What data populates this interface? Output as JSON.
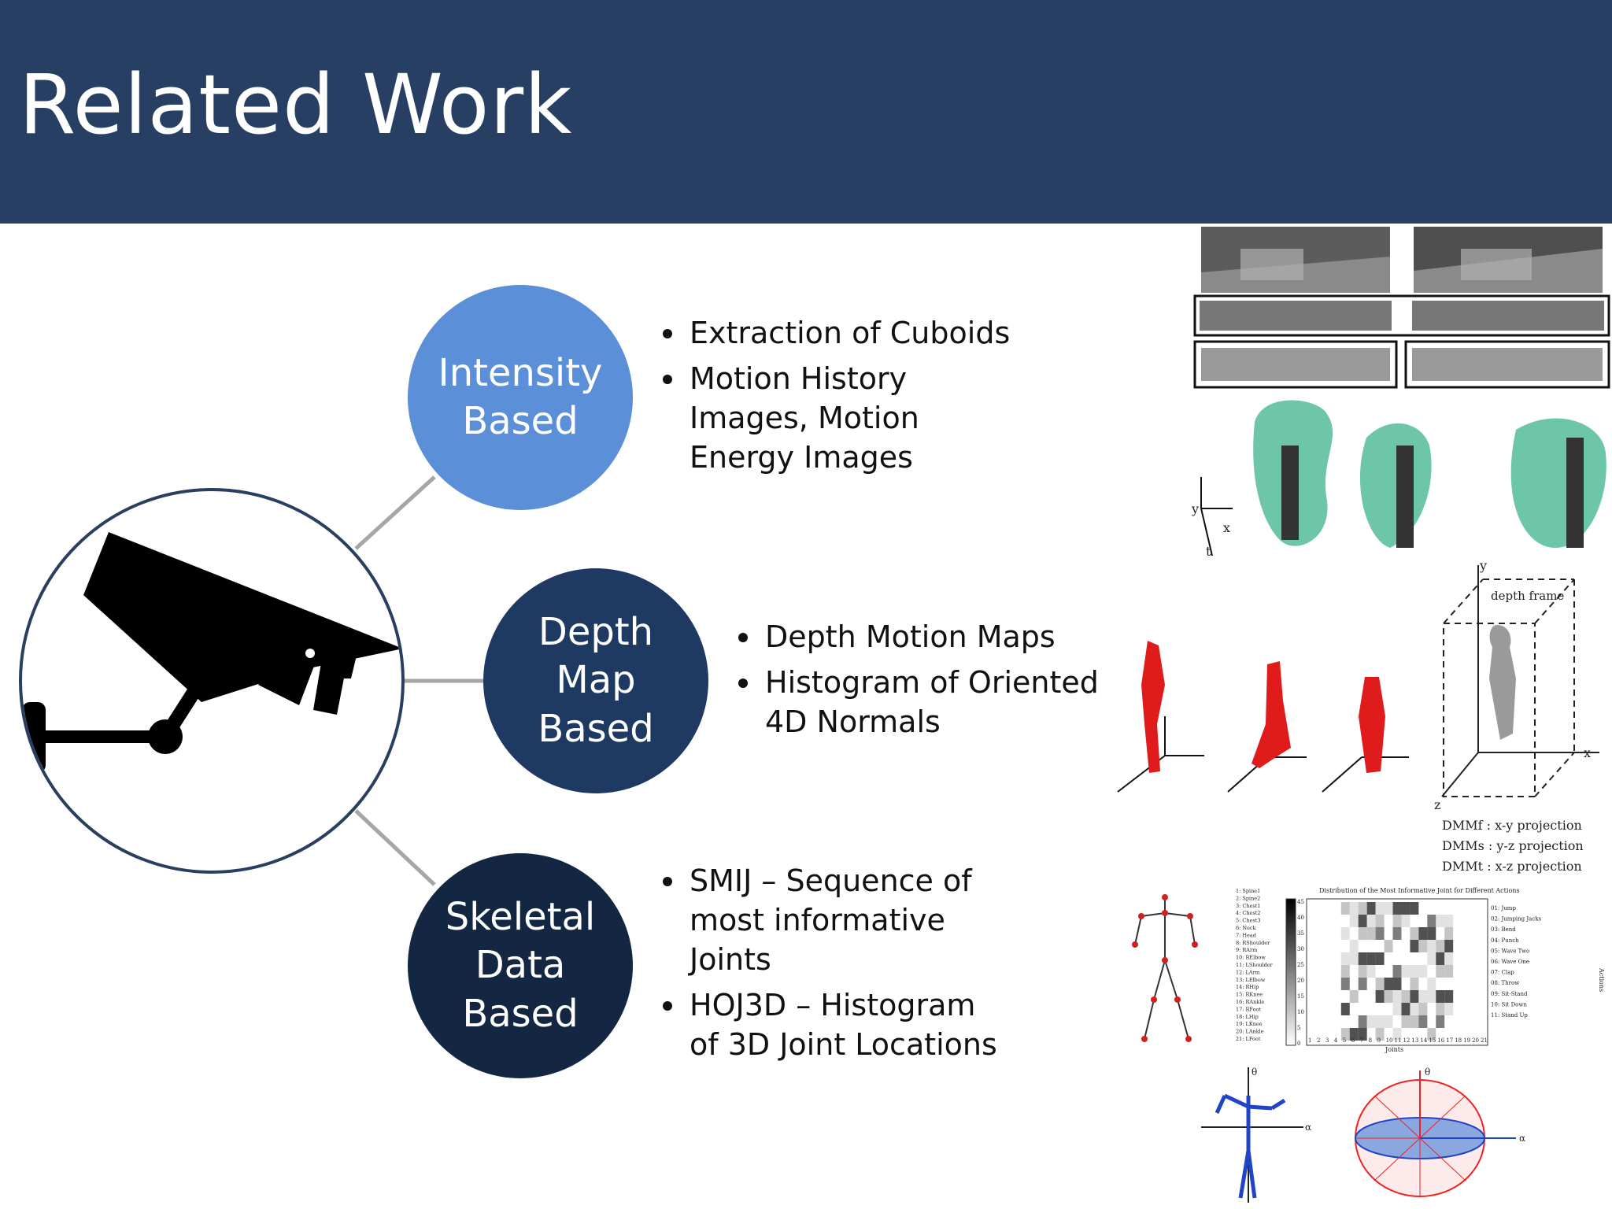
{
  "slide": {
    "title": "Related Work"
  },
  "categories": [
    {
      "label": "Intensity\nBased",
      "color": "#5b8fd8",
      "bullets": [
        "Extraction of Cuboids",
        "Motion History Images, Motion Energy Images"
      ]
    },
    {
      "label": "Depth\nMap\nBased",
      "color": "#1e3a62",
      "bullets": [
        "Depth Motion Maps",
        "Histogram of Oriented 4D Normals"
      ]
    },
    {
      "label": "Skeletal\nData\nBased",
      "color": "#132642",
      "bullets": [
        "SMIJ – Sequence of most informative Joints",
        "HOJ3D – Histogram of 3D Joint Locations"
      ]
    }
  ],
  "figures": {
    "depth_frame_label": "depth frame",
    "dmm_labels": [
      "DMMf : x-y projection",
      "DMMs : y-z projection",
      "DMMt : x-z projection"
    ],
    "axes_labels": {
      "y": "y",
      "x": "x",
      "t": "t",
      "z": "z"
    },
    "heatmap": {
      "title": "Distribution of the Most Informative Joint for Different Actions",
      "xlabel": "Joints",
      "ylabel": "Actions",
      "x_ticks": [
        "1",
        "2",
        "3",
        "4",
        "5",
        "6",
        "7",
        "8",
        "9",
        "10",
        "11",
        "12",
        "13",
        "14",
        "15",
        "16",
        "17",
        "18",
        "19",
        "20",
        "21"
      ],
      "colorbar_ticks": [
        "45",
        "40",
        "35",
        "30",
        "25",
        "20",
        "15",
        "10",
        "5",
        "0"
      ],
      "actions": [
        "01: Jump",
        "02: Jumping Jacks",
        "03: Bend",
        "04: Punch",
        "05: Wave Two",
        "06: Wave One",
        "07: Clap",
        "08: Throw",
        "09: Sit-Stand",
        "10: Sit Down",
        "11: Stand Up"
      ],
      "joints": [
        "1: Spine1",
        "2: Spine2",
        "3: Chest1",
        "4: Chest2",
        "5: Chest3",
        "6: Neck",
        "7: Head",
        "8: RShoulder",
        "9: RArm",
        "10: RElbow",
        "11: LShoulder",
        "12: LArm",
        "13: LElbow",
        "14: RHip",
        "15: RKnee",
        "16: RAnkle",
        "17: RFoot",
        "18: LHip",
        "19: LKnee",
        "20: LAnkle",
        "21: LFoot"
      ]
    },
    "polar_labels": {
      "theta": "θ",
      "alpha": "α"
    }
  }
}
